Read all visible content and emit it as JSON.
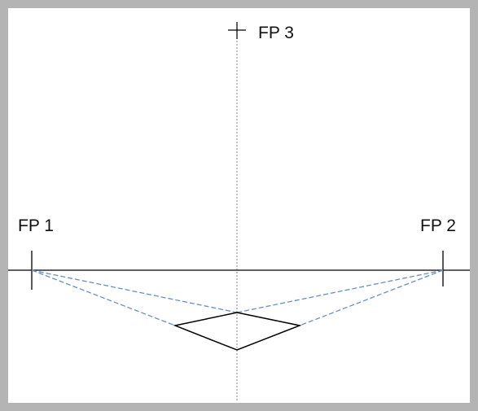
{
  "labels": {
    "fp1": "FP 1",
    "fp2": "FP 2",
    "fp3": "FP 3"
  },
  "colors": {
    "frame": "#b4b4b4",
    "horizon": "#000000",
    "construction": "#6a8fc4",
    "vertical_axis": "#9a9a9a",
    "shape": "#000000"
  }
}
